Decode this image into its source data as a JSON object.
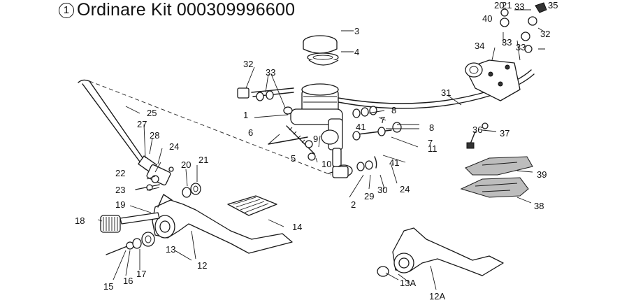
{
  "title": {
    "marker": "1",
    "text": "Ordinare Kit 000309996600"
  },
  "labels": [
    "1",
    "2",
    "3",
    "4",
    "5",
    "6",
    "7",
    "7",
    "8",
    "8",
    "9",
    "10",
    "11",
    "12",
    "12A",
    "13",
    "13A",
    "14",
    "15",
    "16",
    "17",
    "18",
    "19",
    "20",
    "20",
    "21",
    "21",
    "22",
    "23",
    "24",
    "24",
    "25",
    "27",
    "28",
    "29",
    "30",
    "31",
    "32",
    "32",
    "33",
    "33",
    "33",
    "33",
    "34",
    "35",
    "36",
    "37",
    "38",
    "39",
    "40",
    "41",
    "41"
  ]
}
